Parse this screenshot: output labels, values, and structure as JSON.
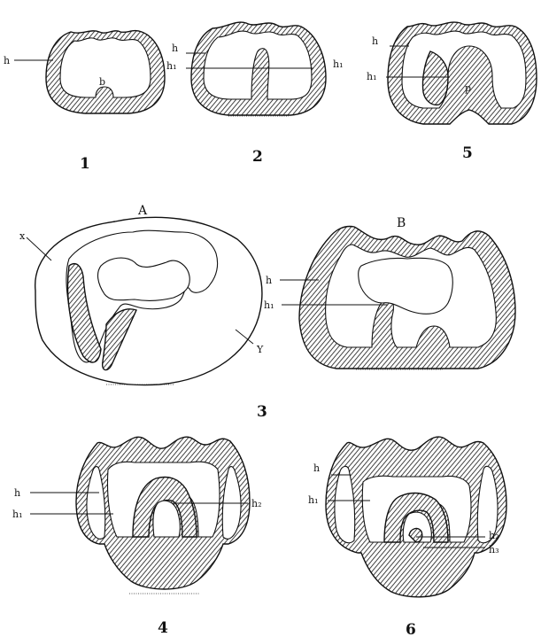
{
  "figures": {
    "f1": {
      "number": "1",
      "labels": {
        "h": "h",
        "b": "b"
      }
    },
    "f2": {
      "number": "2",
      "labels": {
        "h": "h",
        "h1_left": "h₁",
        "h1_right": "h₁"
      }
    },
    "f5": {
      "number": "5",
      "labels": {
        "h": "h",
        "h1": "h₁",
        "p": "p"
      }
    },
    "f3": {
      "number": "3",
      "panel_a": {
        "title": "A",
        "labels": {
          "x": "x",
          "y": "Y"
        }
      },
      "panel_b": {
        "title": "B",
        "labels": {
          "h": "h",
          "h1": "h₁"
        }
      }
    },
    "f4": {
      "number": "4",
      "labels": {
        "h": "h",
        "h1": "h₁",
        "h2": "h₂"
      }
    },
    "f6": {
      "number": "6",
      "labels": {
        "h": "h",
        "h1": "h₁",
        "h2": "h₂",
        "h3": "h₃"
      }
    }
  }
}
